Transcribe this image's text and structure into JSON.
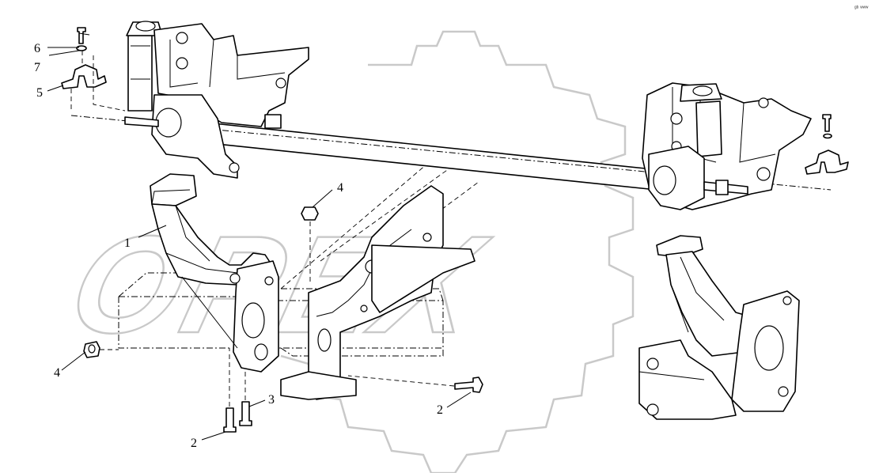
{
  "diagram": {
    "callouts": {
      "c1": "1",
      "c2a": "2",
      "c2b": "2",
      "c3": "3",
      "c4a": "4",
      "c4b": "4",
      "c5": "5",
      "c6": "6",
      "c7": "7"
    },
    "watermark_text": "OPEX",
    "corner_mark": "ᵍᵇ ʷʷʷ"
  }
}
